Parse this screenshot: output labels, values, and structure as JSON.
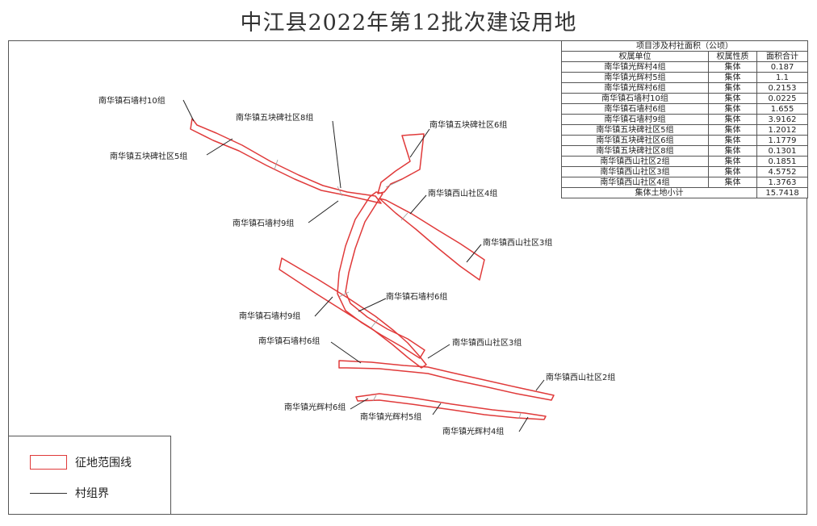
{
  "title": "中江县2022年第12批次建设用地",
  "table": {
    "caption": "项目涉及村社面积（公顷）",
    "headers": [
      "权属单位",
      "权属性质",
      "面积合计"
    ],
    "rows": [
      [
        "南华镇光辉村4组",
        "集体",
        "0.187"
      ],
      [
        "南华镇光辉村5组",
        "集体",
        "1.1"
      ],
      [
        "南华镇光辉村6组",
        "集体",
        "0.2153"
      ],
      [
        "南华镇石墙村10组",
        "集体",
        "0.0225"
      ],
      [
        "南华镇石墙村6组",
        "集体",
        "1.655"
      ],
      [
        "南华镇石墙村9组",
        "集体",
        "3.9162"
      ],
      [
        "南华镇五块碑社区5组",
        "集体",
        "1.2012"
      ],
      [
        "南华镇五块碑社区6组",
        "集体",
        "1.1779"
      ],
      [
        "南华镇五块碑社区8组",
        "集体",
        "0.1301"
      ],
      [
        "南华镇西山社区2组",
        "集体",
        "0.1851"
      ],
      [
        "南华镇西山社区3组",
        "集体",
        "4.5752"
      ],
      [
        "南华镇西山社区4组",
        "集体",
        "1.3763"
      ]
    ],
    "subtotal_label": "集体土地小计",
    "subtotal_value": "15.7418"
  },
  "map_labels": {
    "shiqiang10": "南华镇石墙村10组",
    "wukuaibei5": "南华镇五块碑社区5组",
    "wukuaibei8": "南华镇五块碑社区8组",
    "wukuaibei6": "南华镇五块碑社区6组",
    "xishan4": "南华镇西山社区4组",
    "shiqiang9_upper": "南华镇石墙村9组",
    "xishan3_upper": "南华镇西山社区3组",
    "shiqiang6_center": "南华镇石墙村6组",
    "shiqiang9_lower": "南华镇石墙村9组",
    "shiqiang6_left": "南华镇石墙村6组",
    "xishan3_lower": "南华镇西山社区3组",
    "xishan2": "南华镇西山社区2组",
    "guanghui6": "南华镇光辉村6组",
    "guanghui5": "南华镇光辉村5组",
    "guanghui4": "南华镇光辉村4组"
  },
  "legend": {
    "boundary_label": "征地范围线",
    "village_line_label": "村组界"
  },
  "colors": {
    "boundary": "#e03a3a",
    "village_line": "#333333"
  }
}
